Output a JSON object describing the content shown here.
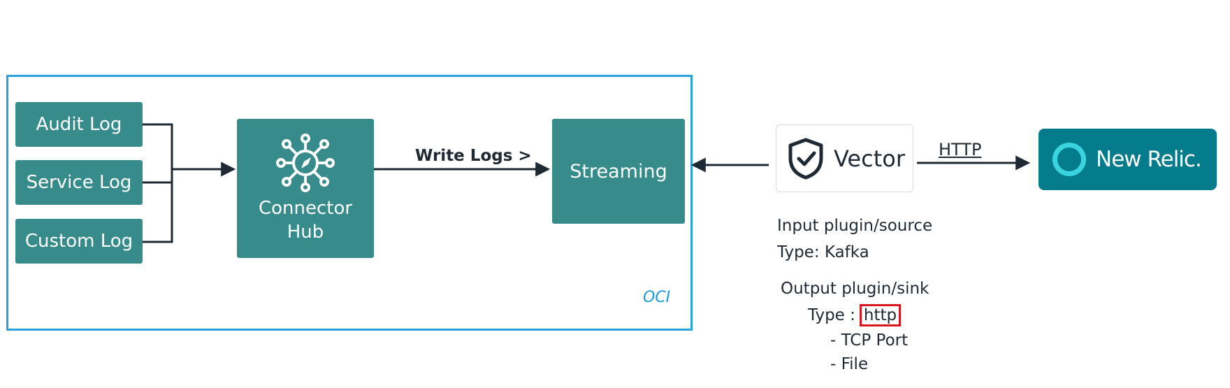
{
  "sources": [
    {
      "label": "Audit Log"
    },
    {
      "label": "Service Log"
    },
    {
      "label": "Custom Log"
    }
  ],
  "connector_hub": {
    "label_line1": "Connector",
    "label_line2": "Hub",
    "icon": "hub-network-icon"
  },
  "write_logs_label": "Write Logs >",
  "streaming": {
    "label": "Streaming"
  },
  "oci_label": "OCI",
  "vector": {
    "label": "Vector",
    "icon": "shield-check-icon"
  },
  "http_label": "HTTP",
  "new_relic": {
    "label": "New Relic.",
    "icon": "new-relic-ring-icon"
  },
  "config": {
    "input_title": "Input plugin/source",
    "input_type": "Type: Kafka",
    "output_title": "Output plugin/sink",
    "output_type_prefix": "Type :",
    "output_type_value": "http",
    "output_options": [
      "- TCP Port",
      "- File"
    ]
  },
  "colors": {
    "tile": "#378b8b",
    "oci_border": "#27a2dd",
    "new_relic_bg": "#057c8c",
    "highlight": "#d7161f"
  }
}
